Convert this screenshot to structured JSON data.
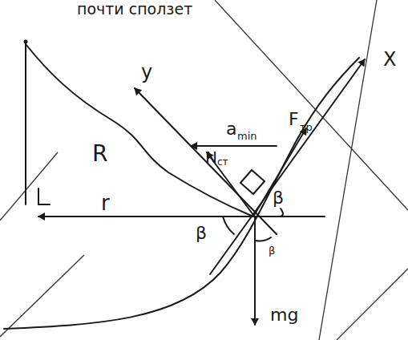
{
  "diagram": {
    "labels": [
      "почти сползет",
      "y",
      "X",
      "R",
      "r",
      "F",
      "тр",
      "a",
      "min",
      "N",
      "ст",
      "β",
      "β",
      "β",
      "mg"
    ]
  }
}
